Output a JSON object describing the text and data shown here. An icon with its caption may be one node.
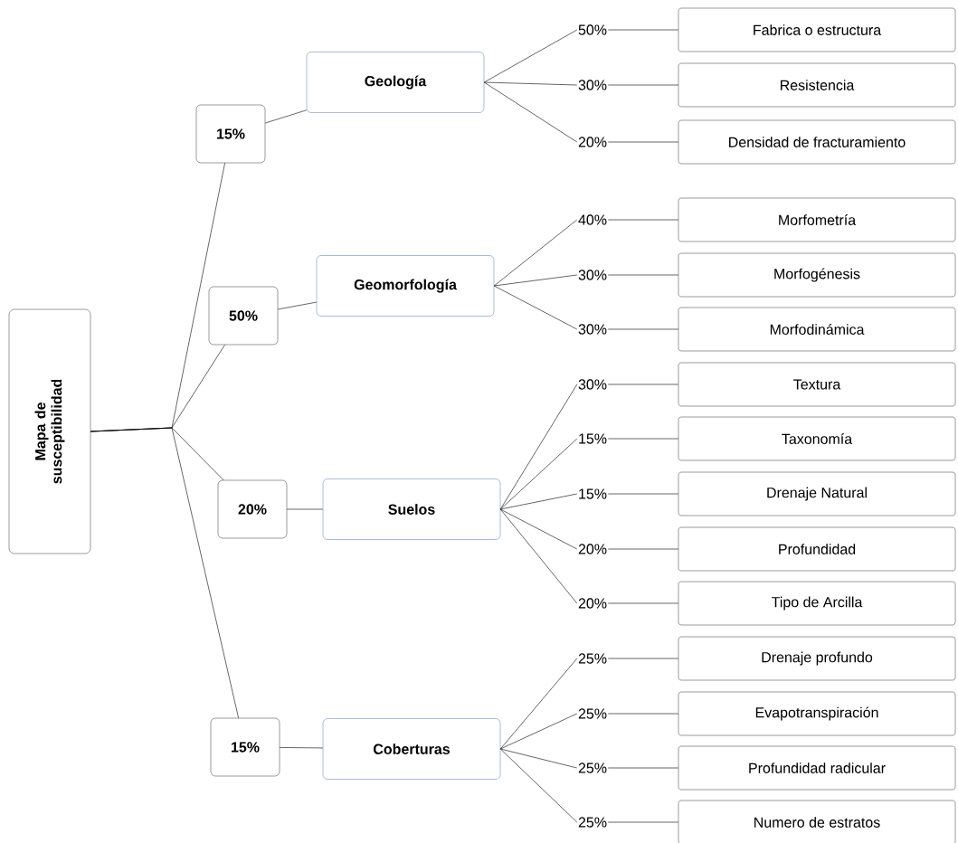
{
  "diagram": {
    "nodes": [
      {
        "text": [
          "Mapa de susceptibilidad"
        ]
      },
      {
        "text": [
          "15%"
        ]
      },
      {
        "text": [
          "Geología"
        ]
      },
      {
        "text": [
          "50%"
        ]
      },
      {
        "text": [
          "Fabrica o estructura"
        ]
      },
      {
        "text": [
          "30%"
        ]
      },
      {
        "text": [
          "Resistencia"
        ]
      },
      {
        "text": [
          "20%"
        ]
      },
      {
        "text": [
          "Densidad de fracturamiento"
        ]
      },
      {
        "text": [
          "50%"
        ]
      },
      {
        "text": [
          "Geomorfología"
        ]
      },
      {
        "text": [
          "40%"
        ]
      },
      {
        "text": [
          "Morfometría"
        ]
      },
      {
        "text": [
          "30%"
        ]
      },
      {
        "text": [
          "Morfogénesis"
        ]
      },
      {
        "text": [
          "30%"
        ]
      },
      {
        "text": [
          "Morfodinámica"
        ]
      },
      {
        "text": [
          "20%"
        ]
      },
      {
        "text": [
          "Suelos"
        ]
      },
      {
        "text": [
          "30%"
        ]
      },
      {
        "text": [
          "Textura"
        ]
      },
      {
        "text": [
          "15%"
        ]
      },
      {
        "text": [
          "Taxonomía"
        ]
      },
      {
        "text": [
          "15%"
        ]
      },
      {
        "text": [
          "Drenaje Natural"
        ]
      },
      {
        "text": [
          "20%"
        ]
      },
      {
        "text": [
          "Profundidad"
        ]
      },
      {
        "text": [
          "20%"
        ]
      },
      {
        "text": [
          "Tipo de Arcilla"
        ]
      },
      {
        "text": [
          "15%"
        ]
      },
      {
        "text": [
          "Coberturas"
        ]
      },
      {
        "text": [
          "25%"
        ]
      },
      {
        "text": [
          "Drenaje profundo"
        ]
      },
      {
        "text": [
          "25%"
        ]
      },
      {
        "text": [
          "Evapotranspiración"
        ]
      },
      {
        "text": [
          "25%"
        ]
      },
      {
        "text": [
          "Profundidad radicular"
        ]
      },
      {
        "text": [
          "25%"
        ]
      },
      {
        "text": [
          "Numero de estratos"
        ]
      }
    ],
    "edges": [
      {
        "from": 0,
        "to": 1,
        "arrow": "none"
      },
      {
        "from": 0,
        "to": 9,
        "arrow": "none"
      },
      {
        "from": 0,
        "to": 17,
        "arrow": "none"
      },
      {
        "from": 0,
        "to": 29,
        "arrow": "none"
      },
      {
        "from": 1,
        "to": 2,
        "arrow": "none"
      },
      {
        "from": 2,
        "to": 3,
        "arrow": "none"
      },
      {
        "from": 3,
        "to": 4,
        "arrow": "none"
      },
      {
        "from": 2,
        "to": 5,
        "arrow": "none"
      },
      {
        "from": 5,
        "to": 6,
        "arrow": "none"
      },
      {
        "from": 2,
        "to": 7,
        "arrow": "none"
      },
      {
        "from": 7,
        "to": 8,
        "arrow": "none"
      },
      {
        "from": 9,
        "to": 10,
        "arrow": "none"
      },
      {
        "from": 10,
        "to": 11,
        "arrow": "none"
      },
      {
        "from": 11,
        "to": 12,
        "arrow": "none"
      },
      {
        "from": 10,
        "to": 13,
        "arrow": "none"
      },
      {
        "from": 13,
        "to": 14,
        "arrow": "none"
      },
      {
        "from": 10,
        "to": 15,
        "arrow": "none"
      },
      {
        "from": 15,
        "to": 16,
        "arrow": "none"
      },
      {
        "from": 17,
        "to": 18,
        "arrow": "none"
      },
      {
        "from": 18,
        "to": 19,
        "arrow": "none"
      },
      {
        "from": 19,
        "to": 20,
        "arrow": "none"
      },
      {
        "from": 18,
        "to": 21,
        "arrow": "none"
      },
      {
        "from": 21,
        "to": 22,
        "arrow": "none"
      },
      {
        "from": 18,
        "to": 23,
        "arrow": "none"
      },
      {
        "from": 23,
        "to": 24,
        "arrow": "none"
      },
      {
        "from": 18,
        "to": 25,
        "arrow": "none"
      },
      {
        "from": 25,
        "to": 26,
        "arrow": "none"
      },
      {
        "from": 18,
        "to": 27,
        "arrow": "none"
      },
      {
        "from": 27,
        "to": 28,
        "arrow": "none"
      },
      {
        "from": 29,
        "to": 30,
        "arrow": "none"
      },
      {
        "from": 30,
        "to": 31,
        "arrow": "none"
      },
      {
        "from": 31,
        "to": 32,
        "arrow": "none"
      },
      {
        "from": 30,
        "to": 33,
        "arrow": "none"
      },
      {
        "from": 33,
        "to": 34,
        "arrow": "none"
      },
      {
        "from": 30,
        "to": 35,
        "arrow": "none"
      },
      {
        "from": 35,
        "to": 36,
        "arrow": "none"
      },
      {
        "from": 30,
        "to": 37,
        "arrow": "none"
      },
      {
        "from": 37,
        "to": 38,
        "arrow": "none"
      }
    ]
  }
}
